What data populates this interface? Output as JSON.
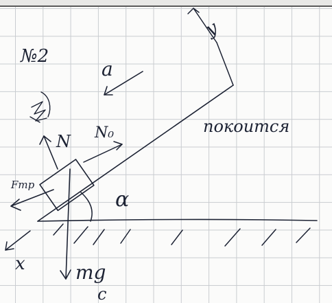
{
  "labels": {
    "problem_number": "№2",
    "acceleration": "a",
    "normal_force": "N",
    "n0": "N₀",
    "friction": "Fтр",
    "angle": "α",
    "gravity": "mg",
    "axis_x": "x",
    "axis_y": "y",
    "rest_note": "покоится",
    "stray_mark": "с"
  },
  "colors": {
    "ink": "#1c2233",
    "grid": "#c9ccd0",
    "paper": "#fbfbfa"
  }
}
